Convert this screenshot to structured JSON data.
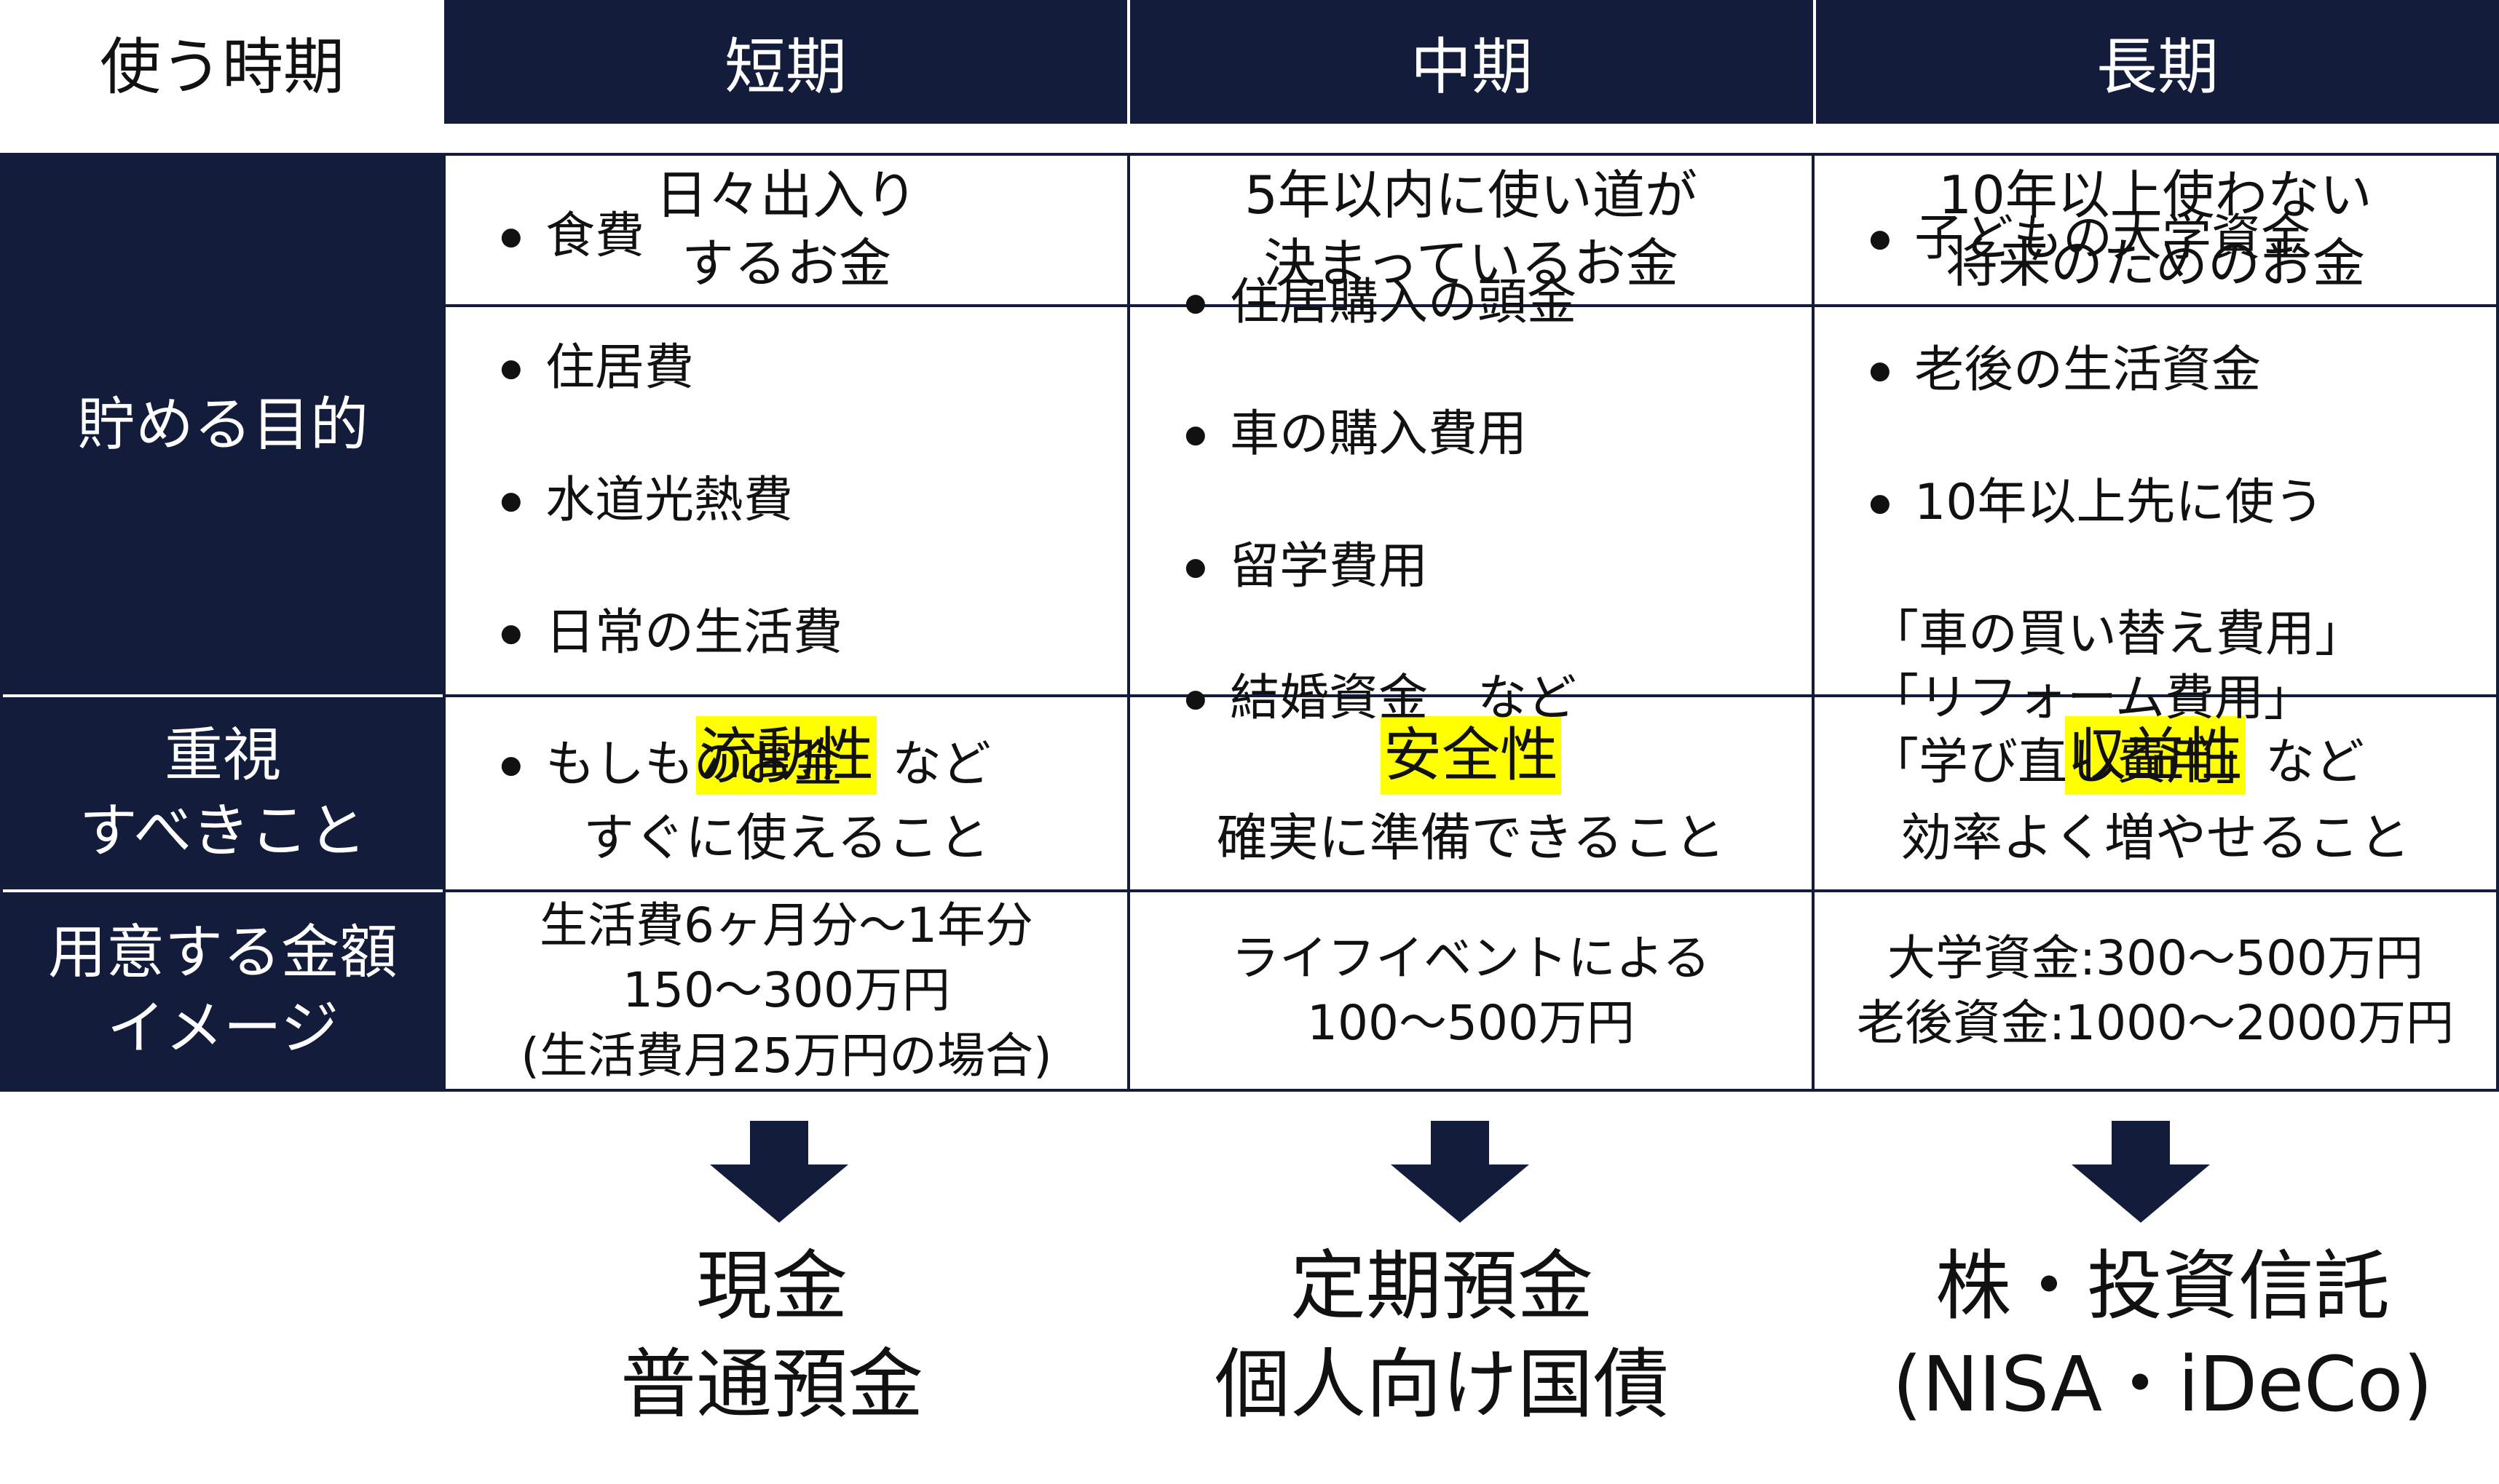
{
  "header": {
    "corner_label": "使う時期",
    "periods": [
      "短期",
      "中期",
      "長期"
    ]
  },
  "rows": {
    "purpose": {
      "label": "貯める目的",
      "summary": [
        "日々出入り\nするお金",
        "5年以内に使い道が\n決まっているお金",
        "10年以上使わない\n将来のためのお金"
      ],
      "short_items": [
        "食費",
        "住居費",
        "水道光熱費",
        "日常の生活費",
        "もしものお金　など"
      ],
      "mid_items": [
        "住居購入の頭金",
        "車の購入費用",
        "留学費用",
        "結婚資金　など"
      ],
      "long_items": [
        "子どもの大学資金",
        "老後の生活資金",
        "10年以上先に使う"
      ],
      "long_extra": "「車の買い替え費用」\n「リフォーム費用」\n「学び直し費用」など"
    },
    "importance": {
      "label": "重視\nすべきこと",
      "keywords": [
        "流動性",
        "安全性",
        "収益性"
      ],
      "descriptions": [
        "すぐに使えること",
        "確実に準備できること",
        "効率よく増やせること"
      ]
    },
    "amount": {
      "label": "用意する金額\nイメージ",
      "values": [
        "生活費6ヶ月分～1年分\n150～300万円\n(生活費月25万円の場合)",
        "ライフイベントによる\n100～500万円",
        "大学資金:300～500万円\n老後資金:1000～2000万円"
      ]
    }
  },
  "products": [
    "現金\n普通預金",
    "定期預金\n個人向け国債",
    "株・投資信託\n(NISA・iDeCo)"
  ],
  "colors": {
    "navy": "#141c3c",
    "highlight": "#ffff00"
  }
}
